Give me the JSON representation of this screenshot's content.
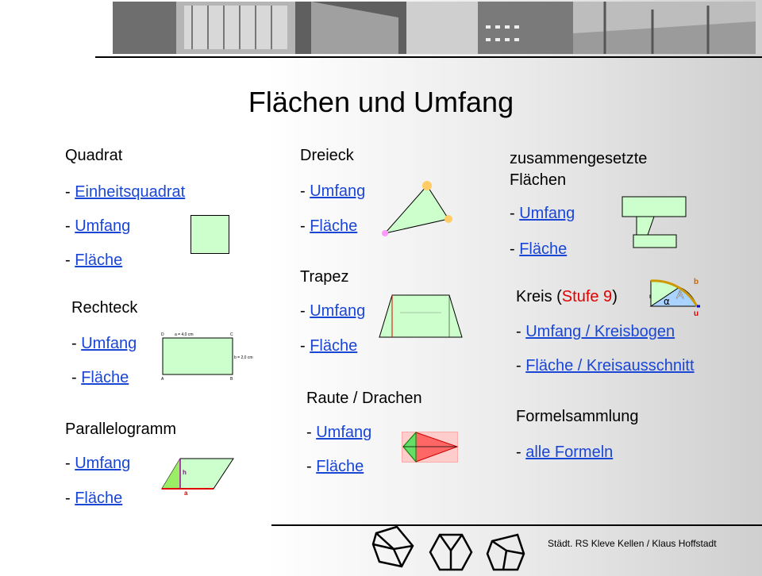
{
  "title": "Flächen und Umfang",
  "dash": "- ",
  "quadrat": {
    "heading": "Quadrat",
    "links": [
      "Einheitsquadrat",
      "Umfang",
      "Fläche"
    ]
  },
  "rechteck": {
    "heading": "Rechteck",
    "links": [
      "Umfang",
      "Fläche"
    ],
    "figure": {
      "side_a": "a = 4,0 cm",
      "side_b": "b = 2,0 cm",
      "corners": [
        "D",
        "C",
        "A",
        "B"
      ]
    }
  },
  "parallelogramm": {
    "heading": "Parallelogramm",
    "links": [
      "Umfang",
      "Fläche"
    ],
    "figure": {
      "label_h": "h",
      "label_a": "a"
    }
  },
  "dreieck": {
    "heading": "Dreieck",
    "links": [
      "Umfang",
      "Fläche"
    ]
  },
  "trapez": {
    "heading": "Trapez",
    "links": [
      "Umfang",
      "Fläche"
    ]
  },
  "raute": {
    "heading": "Raute / Drachen",
    "links": [
      "Umfang",
      "Fläche"
    ]
  },
  "zusammen": {
    "heading_line1": "zusammengesetzte",
    "heading_line2": "Flächen",
    "links": [
      "Umfang",
      "Fläche"
    ]
  },
  "kreis": {
    "heading": "Kreis (",
    "stufe": "Stufe 9",
    "close": ")",
    "links": [
      "Umfang / Kreisbogen",
      "Fläche / Kreisausschnitt"
    ],
    "figure": {
      "label_b": "b",
      "label_A": "A",
      "label_alpha": "α",
      "label_r": "r",
      "label_u": "u"
    }
  },
  "formel": {
    "heading": "Formelsammlung",
    "links": [
      "alle Formeln"
    ]
  },
  "footer": "Städt. RS Kleve Kellen / Klaus Hoffstadt",
  "colors": {
    "link": "#1a46d6",
    "accent_red": "#e00000",
    "shape_fill": "#ccffcc",
    "rhombus_red": "#ff6666"
  }
}
